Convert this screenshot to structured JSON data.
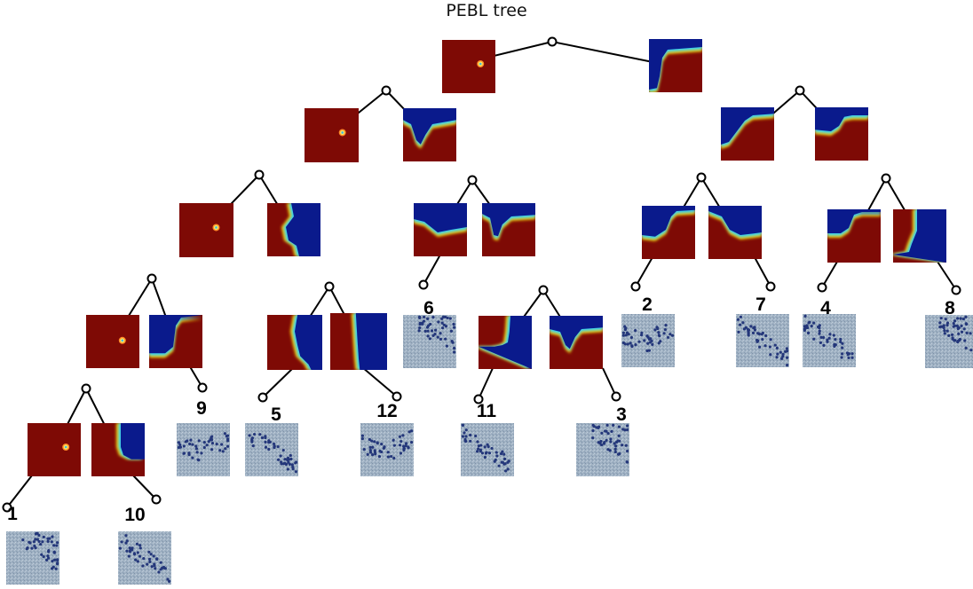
{
  "title": "PEBL tree",
  "leaf_labels": [
    "1",
    "2",
    "3",
    "4",
    "5",
    "6",
    "7",
    "8",
    "9",
    "10",
    "11",
    "12"
  ],
  "colors": {
    "background": "#ffffff",
    "edge": "#000000",
    "node_fill": "#ffffff",
    "panel_red": "#7e0a05",
    "panel_blue": "#0a1a8c",
    "interface_yellow": "#ffd200",
    "interface_cyan": "#2fd0ff",
    "sample_fill": "#9fb1c3",
    "sample_dot": "#24377a"
  }
}
